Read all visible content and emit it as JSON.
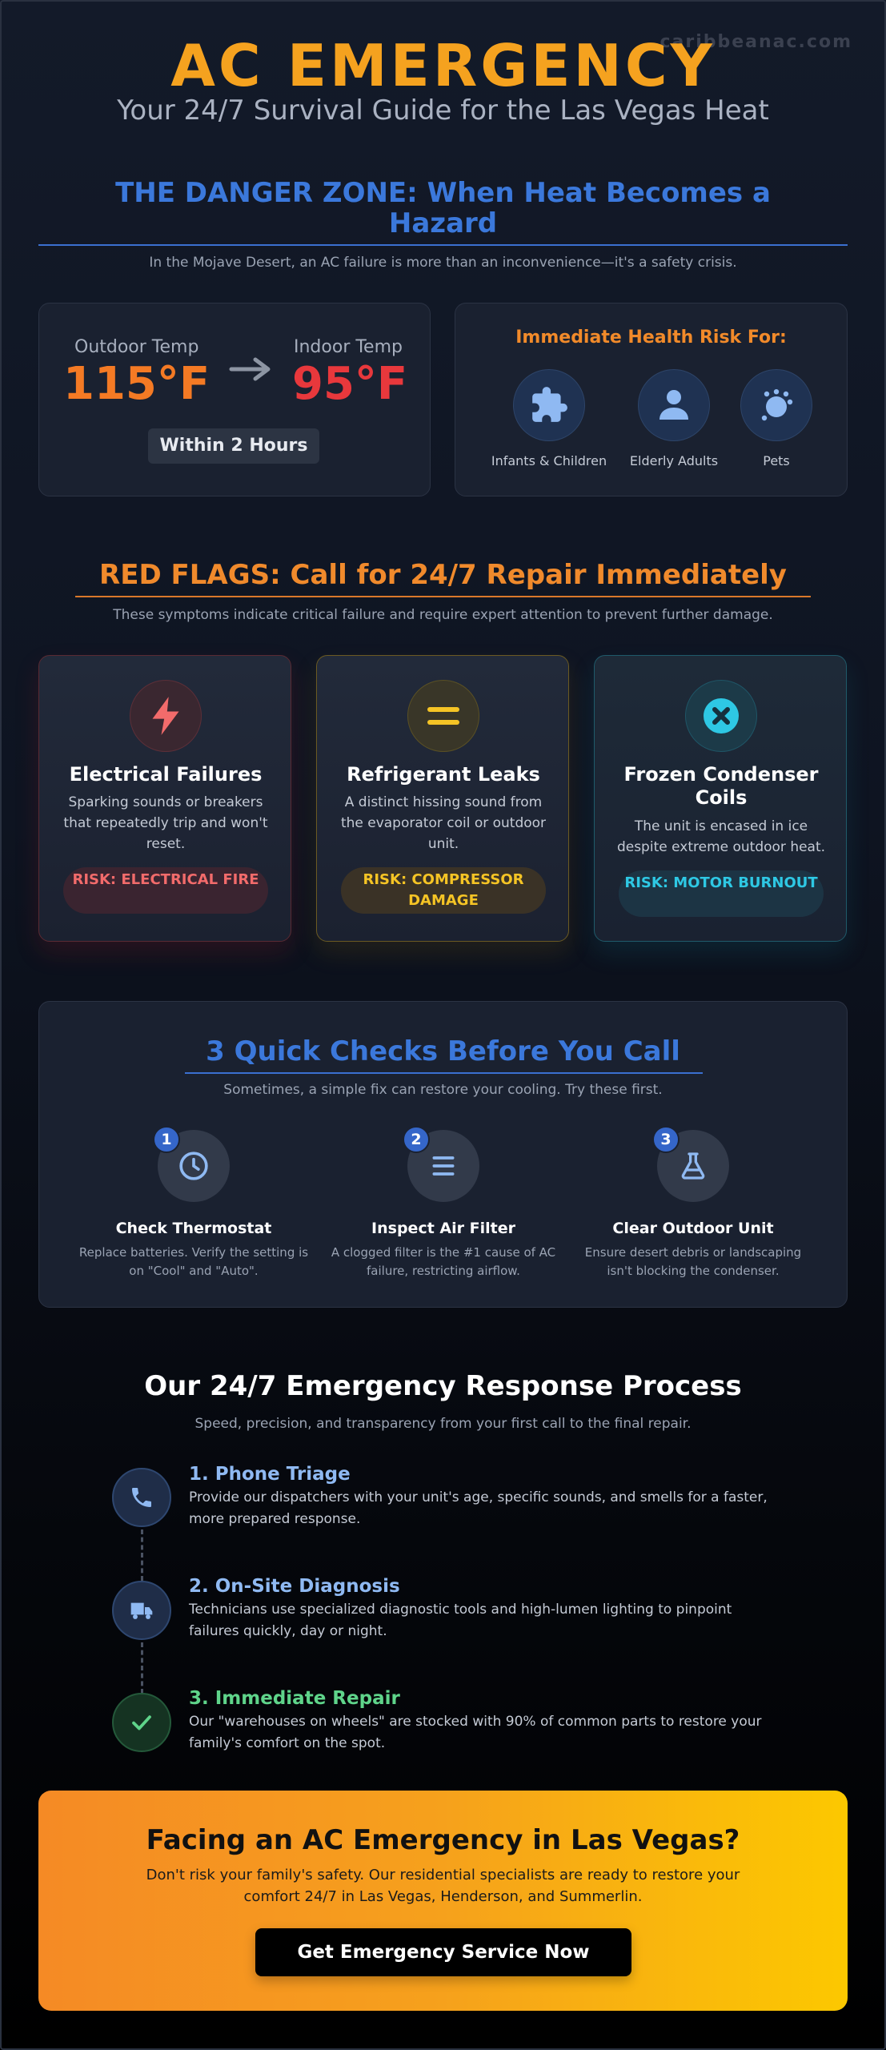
{
  "watermark": "caribbeanac.com",
  "header": {
    "title": "AC EMERGENCY",
    "subtitle": "Your 24/7 Survival Guide for the Las Vegas Heat"
  },
  "danger": {
    "heading": "THE DANGER ZONE: When Heat Becomes a Hazard",
    "description": "In the Mojave Desert, an AC failure is more than an inconvenience—it's a safety crisis.",
    "outdoor_label": "Outdoor Temp",
    "outdoor_value": "115°F",
    "indoor_label": "Indoor Temp",
    "indoor_value": "95°F",
    "time_badge": "Within 2 Hours",
    "health_title": "Immediate Health Risk For:",
    "groups": [
      {
        "label": "Infants & Children",
        "icon": "puzzle-icon"
      },
      {
        "label": "Elderly Adults",
        "icon": "person-icon"
      },
      {
        "label": "Pets",
        "icon": "paw-icon"
      }
    ]
  },
  "red_flags": {
    "heading": "RED FLAGS: Call for 24/7 Repair Immediately",
    "description": "These symptoms indicate critical failure and require expert attention to prevent further damage.",
    "cards": [
      {
        "title": "Electrical Failures",
        "description": "Sparking sounds or breakers that repeatedly trip and won't reset.",
        "risk": "RISK: ELECTRICAL FIRE",
        "icon": "lightning-icon",
        "color": "#f26b6b"
      },
      {
        "title": "Refrigerant Leaks",
        "description": "A distinct hissing sound from the evaporator coil or outdoor unit.",
        "risk": "RISK: COMPRESSOR DAMAGE",
        "icon": "equals-icon",
        "color": "#f5c425"
      },
      {
        "title": "Frozen Condenser Coils",
        "description": "The unit is encased in ice despite extreme outdoor heat.",
        "risk": "RISK: MOTOR BURNOUT",
        "icon": "x-circle-icon",
        "color": "#2ec8e4"
      }
    ]
  },
  "checks": {
    "heading": "3 Quick Checks Before You Call",
    "description": "Sometimes, a simple fix can restore your cooling. Try these first.",
    "items": [
      {
        "number": "1",
        "title": "Check Thermostat",
        "description": "Replace batteries. Verify the setting is on \"Cool\" and \"Auto\".",
        "icon": "clock-icon"
      },
      {
        "number": "2",
        "title": "Inspect Air Filter",
        "description": "A clogged filter is the #1 cause of AC failure, restricting airflow.",
        "icon": "filter-lines-icon"
      },
      {
        "number": "3",
        "title": "Clear Outdoor Unit",
        "description": "Ensure desert debris or landscaping isn't blocking the condenser.",
        "icon": "flask-icon"
      }
    ]
  },
  "process": {
    "heading": "Our 24/7 Emergency Response Process",
    "description": "Speed, precision, and transparency from your first call to the final repair.",
    "steps": [
      {
        "title": "1. Phone Triage",
        "description": "Provide our dispatchers with your unit's age, specific sounds, and smells for a faster, more prepared response.",
        "icon": "phone-icon"
      },
      {
        "title": "2. On-Site Diagnosis",
        "description": "Technicians use specialized diagnostic tools and high-lumen lighting to pinpoint failures quickly, day or night.",
        "icon": "truck-icon"
      },
      {
        "title": "3. Immediate Repair",
        "description": "Our \"warehouses on wheels\" are stocked with 90% of common parts to restore your family's comfort on the spot.",
        "icon": "check-icon"
      }
    ]
  },
  "cta": {
    "title": "Facing an AC Emergency in Las Vegas?",
    "description": "Don't risk your family's safety. Our residential specialists are ready to restore your comfort 24/7 in Las Vegas, Henderson, and Summerlin.",
    "button_label": "Get Emergency Service Now"
  },
  "colors": {
    "accent_orange": "#f5a21f",
    "accent_blue": "#3b78db",
    "danger_red": "#e8383c",
    "success_green": "#5fd48a"
  }
}
